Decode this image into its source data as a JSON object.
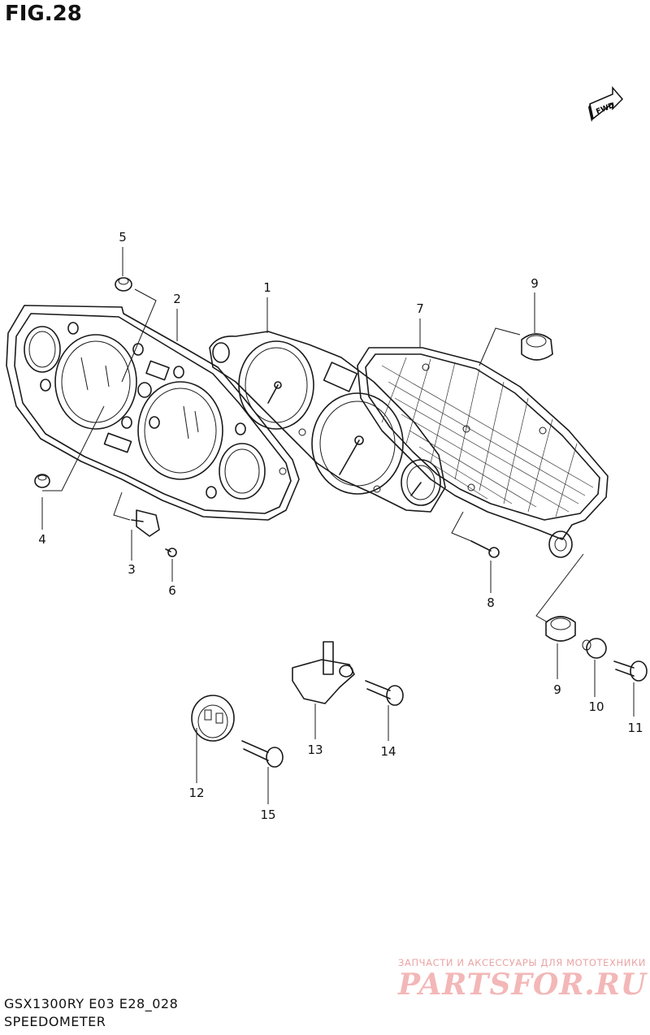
{
  "figure": {
    "title": "FIG.28",
    "fwd_label": "FWD"
  },
  "callouts": [
    {
      "id": "c1",
      "text": "1"
    },
    {
      "id": "c2",
      "text": "2"
    },
    {
      "id": "c3",
      "text": "3"
    },
    {
      "id": "c4",
      "text": "4"
    },
    {
      "id": "c5",
      "text": "5"
    },
    {
      "id": "c6",
      "text": "6"
    },
    {
      "id": "c7",
      "text": "7"
    },
    {
      "id": "c8",
      "text": "8"
    },
    {
      "id": "c9a",
      "text": "9"
    },
    {
      "id": "c9b",
      "text": "9"
    },
    {
      "id": "c10",
      "text": "10"
    },
    {
      "id": "c11",
      "text": "11"
    },
    {
      "id": "c12",
      "text": "12"
    },
    {
      "id": "c13",
      "text": "13"
    },
    {
      "id": "c14",
      "text": "14"
    },
    {
      "id": "c15",
      "text": "15"
    }
  ],
  "footer": {
    "model": "GSX1300RY E03 E28_028",
    "section": "SPEEDOMETER"
  },
  "watermark": {
    "caption": "ЗАПЧАСТИ И АКСЕССУАРЫ ДЛЯ МОТОТЕХНИКИ",
    "logo": "PARTSFOR.RU"
  }
}
